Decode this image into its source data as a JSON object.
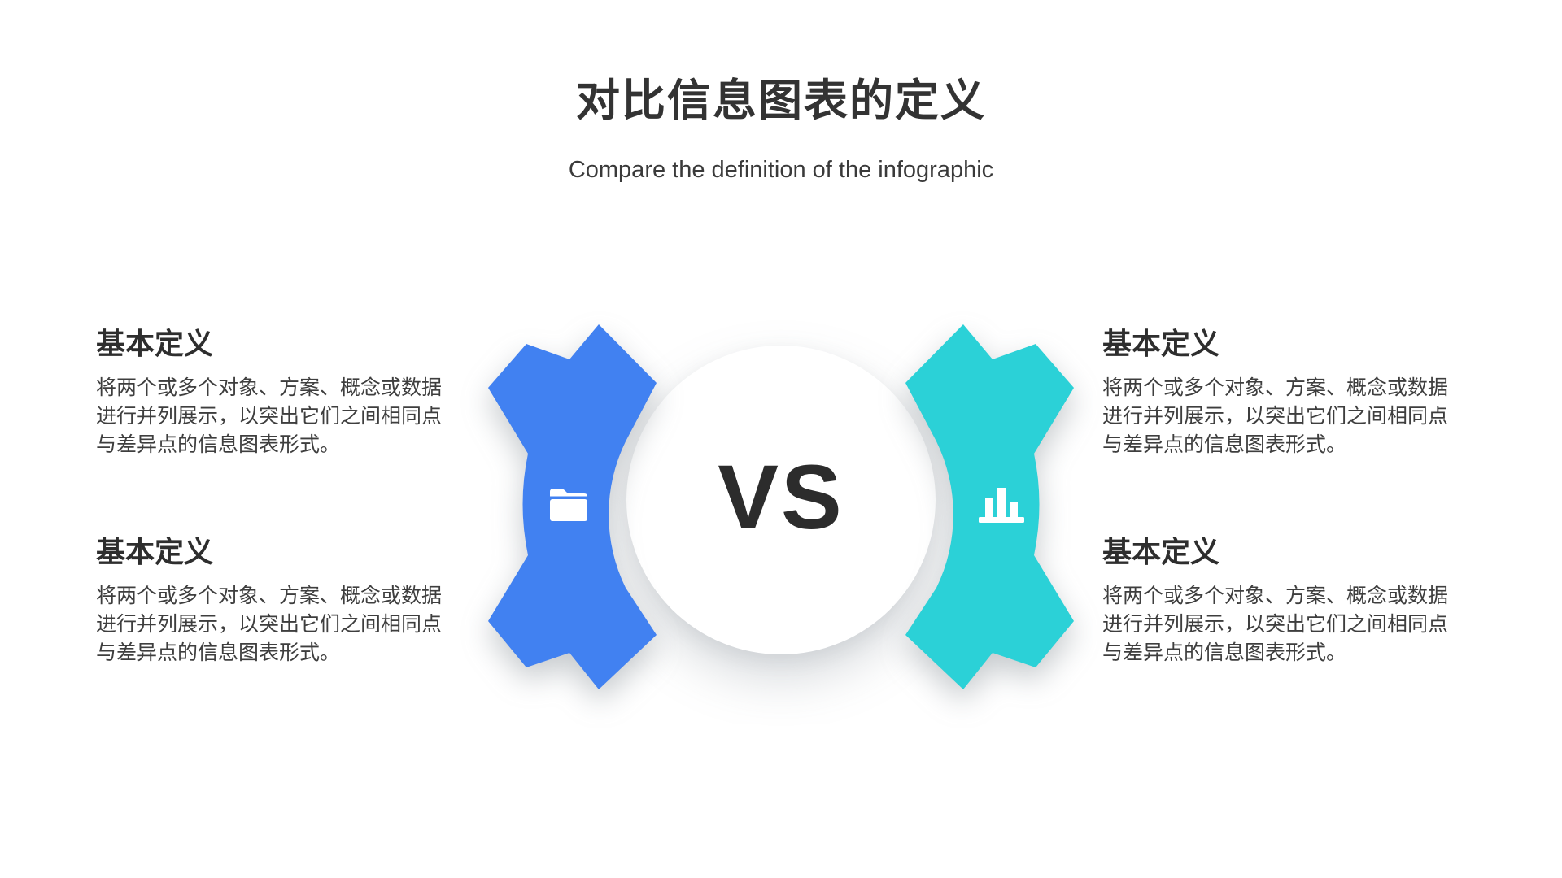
{
  "slide": {
    "title": "对比信息图表的定义",
    "subtitle": "Compare the definition of the infographic"
  },
  "versus": {
    "label": "VS"
  },
  "colors": {
    "background": "#ffffff",
    "left_shape": "#4181f1",
    "right_shape": "#2bd1d7",
    "icon": "#ffffff",
    "title_text": "#333333",
    "heading_text": "#2e2e2e",
    "body_text": "#3e3e3e",
    "vs_text": "#2c2c2c"
  },
  "icons": {
    "left": "folder-icon",
    "right": "bar-chart-icon"
  },
  "definitions": {
    "left_top": {
      "heading": "基本定义",
      "body": "将两个或多个对象、方案、概念或数据进行并列展示，以突出它们之间相同点与差异点的信息图表形式。"
    },
    "left_bottom": {
      "heading": "基本定义",
      "body": "将两个或多个对象、方案、概念或数据进行并列展示，以突出它们之间相同点与差异点的信息图表形式。"
    },
    "right_top": {
      "heading": "基本定义",
      "body": "将两个或多个对象、方案、概念或数据进行并列展示，以突出它们之间相同点与差异点的信息图表形式。"
    },
    "right_bottom": {
      "heading": "基本定义",
      "body": "将两个或多个对象、方案、概念或数据进行并列展示，以突出它们之间相同点与差异点的信息图表形式。"
    }
  }
}
